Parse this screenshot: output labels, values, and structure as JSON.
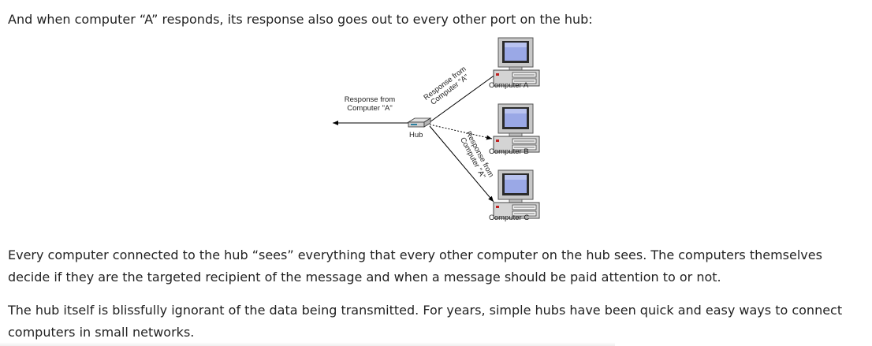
{
  "article": {
    "intro": "And when computer “A” responds, its response also goes out to every other port on the hub:",
    "body_1": "Every computer connected to the hub “sees” everything that every other computer on the hub sees. The computers themselves decide if they are the targeted recipient of the message and when a message should be paid attention to or not.",
    "body_2": "The hub itself is blissfully ignorant of the data being transmitted. For years, simple hubs have been quick and easy ways to connect computers in small networks."
  },
  "diagram": {
    "hub_label": "Hub",
    "computer_a_label": "Computer A",
    "computer_b_label": "Computer B",
    "computer_c_label": "Computer C",
    "left_label_line1": "Response from",
    "left_label_line2": "Computer \"A\"",
    "upper_label_line1": "Response from",
    "upper_label_line2": "Computer \"A\"",
    "lower_label_line1": "Response from",
    "lower_label_line2": "Computer \"A\""
  }
}
